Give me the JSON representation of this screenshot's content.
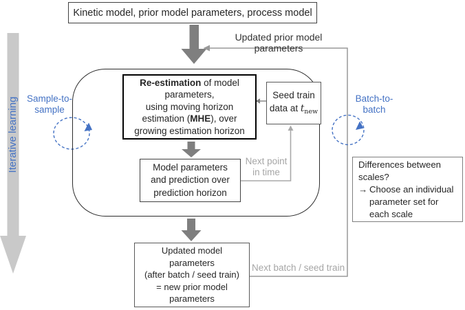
{
  "colors": {
    "accent_blue": "#4472c4",
    "dark_arrow_gray": "#7f7f7f",
    "big_arrow_light_gray": "#c9c9c9",
    "label_gray": "#a6a6a6",
    "connector_gray": "#999999",
    "text_dark": "#262626"
  },
  "top_box": {
    "text": "Kinetic model, prior model parameters, process model"
  },
  "reestimation_box": {
    "l1_bold": "Re-estimation",
    "l1_rest": " of model",
    "l2": "parameters,",
    "l3": "using moving horizon",
    "l4_pre": "estimation (",
    "l4_bold": "MHE",
    "l4_post": "), over",
    "l5": "growing estimation horizon"
  },
  "seed_box": {
    "l1": "Seed train",
    "l2_pre": "data at ",
    "var": "t",
    "var_sub": "new"
  },
  "model_box": {
    "lines": [
      "Model parameters",
      "and prediction over",
      "prediction horizon"
    ]
  },
  "bottom_box": {
    "lines": [
      "Updated model",
      "parameters",
      "(after batch / seed train)",
      "= new prior model",
      "parameters"
    ]
  },
  "diff_box": {
    "question": "Differences between scales?",
    "arrow": "→",
    "answer": "Choose an individual parameter set for each scale"
  },
  "labels": {
    "updated_prior": "Updated prior model parameters",
    "next_point_l1": "Next point",
    "next_point_l2": "in time",
    "next_batch": "Next batch / seed train",
    "sample_l1": "Sample-to-",
    "sample_l2": "sample",
    "batch_l1": "Batch-to-",
    "batch_l2": "batch",
    "iterative": "Iterative learning"
  }
}
